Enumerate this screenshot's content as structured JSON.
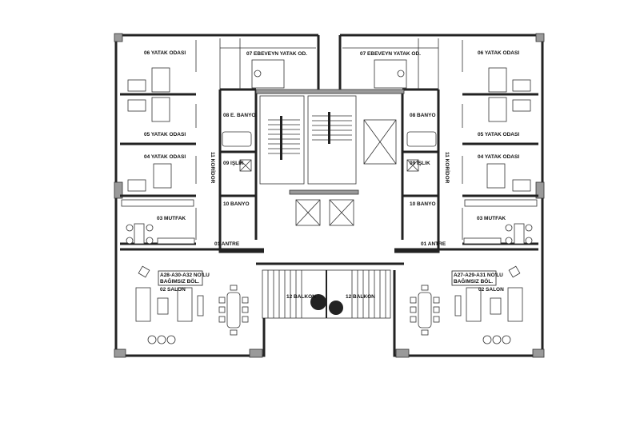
{
  "plan": {
    "left_unit": {
      "unit_label_1": "A28-A30-A32 NO'LU",
      "unit_label_2": "BAĞIMSIZ BÖL.",
      "rooms": {
        "bedroom_06": "06 YATAK ODASI",
        "bedroom_05": "05 YATAK ODASI",
        "bedroom_04": "04 YATAK ODASI",
        "master_07": "07 EBEVEYN YATAK OD.",
        "bath_08": "08 E. BANYO",
        "utility_09": "09 IŞLIK",
        "bath_10": "10 BANYO",
        "corridor_11": "11 KORİDOR",
        "kitchen_03": "03 MUTFAK",
        "entry_01": "01 ANTRE",
        "living_02": "02 SALON",
        "balcony_12": "12 BALKON"
      }
    },
    "right_unit": {
      "unit_label_1": "A27-A29-A31 NO'LU",
      "unit_label_2": "BAĞIMSIZ BÖL.",
      "rooms": {
        "bedroom_06": "06 YATAK ODASI",
        "bedroom_05": "05 YATAK ODASI",
        "bedroom_04": "04 YATAK ODASI",
        "master_07": "07 EBEVEYN YATAK OD.",
        "bath_08": "08 BANYO",
        "utility_09": "09 IŞLIK",
        "bath_10": "10 BANYO",
        "corridor_11": "11 KORİDOR",
        "kitchen_03": "03 MUTFAK",
        "entry_01": "01 ANTRE",
        "living_02": "02 SALON",
        "balcony_12": "12 BALKON"
      }
    }
  }
}
